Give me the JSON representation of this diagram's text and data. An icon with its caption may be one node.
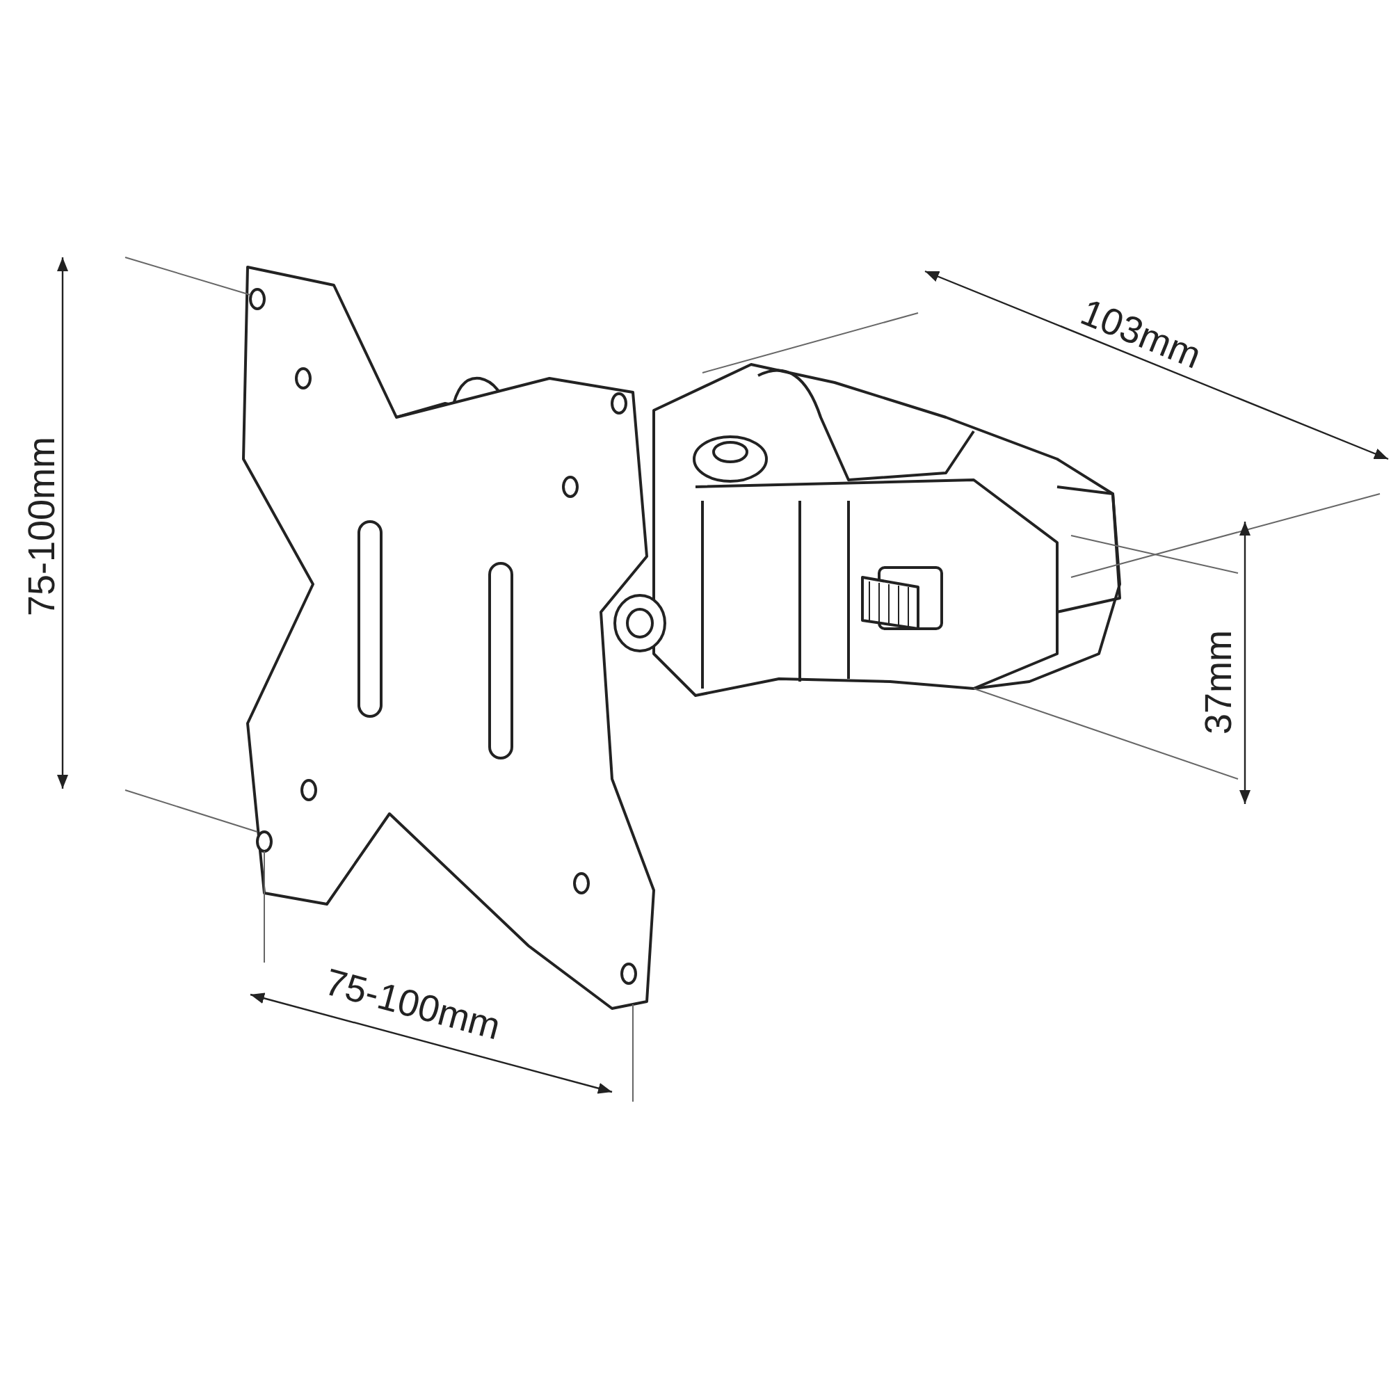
{
  "diagram": {
    "labels": [
      "75-100mm",
      "103mm",
      "37mm",
      "75-100mm"
    ]
  }
}
